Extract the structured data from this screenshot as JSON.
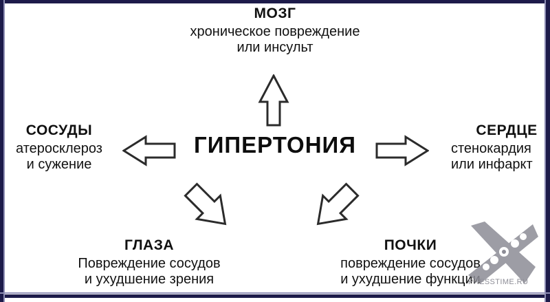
{
  "diagram": {
    "center": {
      "label": "ГИПЕРТОНИЯ"
    },
    "nodes": [
      {
        "id": "brain",
        "title": "МОЗГ",
        "line1": "хроническое повреждение",
        "line2": "или инсульт"
      },
      {
        "id": "vessels",
        "title": "СОСУДЫ",
        "line1": "атеросклероз",
        "line2": "и сужение"
      },
      {
        "id": "heart",
        "title": "СЕРДЦЕ",
        "line1": "стенокардия",
        "line2": "или инфаркт"
      },
      {
        "id": "eyes",
        "title": "ГЛАЗА",
        "line1": "Повреждение сосудов",
        "line2": "и ухудшение зрения"
      },
      {
        "id": "kidneys",
        "title": "ПОЧКИ",
        "line1": "повреждение сосудов",
        "line2": "и ухудшение функции"
      }
    ],
    "arrows": [
      {
        "id": "up",
        "icon": "arrow-up-icon"
      },
      {
        "id": "left",
        "icon": "arrow-left-icon"
      },
      {
        "id": "right",
        "icon": "arrow-right-icon"
      },
      {
        "id": "down-left",
        "icon": "arrow-down-left-icon"
      },
      {
        "id": "down-right",
        "icon": "arrow-down-right-icon"
      }
    ]
  },
  "watermark": {
    "text": "PRESSTIME.RU"
  },
  "colors": {
    "frame": "#1d1b4a",
    "frame_highlight": "#8f8fb5",
    "text": "#111111",
    "arrow_stroke": "#2b2b2b",
    "watermark": "#8d8d96",
    "background": "#ffffff"
  }
}
